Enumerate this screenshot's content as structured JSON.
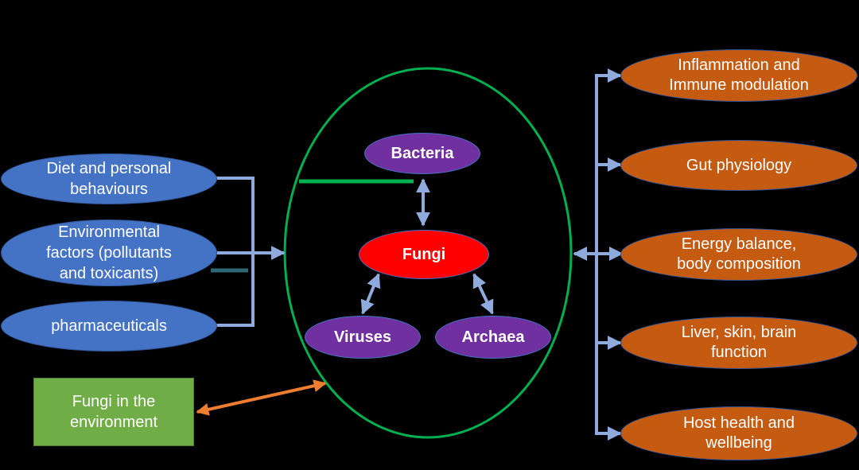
{
  "inputs": [
    {
      "label": "Diet and personal\nbehaviours"
    },
    {
      "label": "Environmental\nfactors (pollutants\nand toxicants)"
    },
    {
      "label": "pharmaceuticals"
    }
  ],
  "environment": {
    "label": "Fungi in the\nenvironment"
  },
  "microbiome": {
    "bacteria": "Bacteria",
    "fungi": "Fungi",
    "viruses": "Viruses",
    "archaea": "Archaea"
  },
  "outcomes": [
    {
      "label": "Inflammation and\nImmune modulation"
    },
    {
      "label": "Gut physiology"
    },
    {
      "label": "Energy balance,\nbody composition"
    },
    {
      "label": "Liver, skin, brain\nfunction"
    },
    {
      "label": "Host health and\nwellbeing"
    }
  ],
  "colors": {
    "background": "#000000",
    "input_ellipse": "#4472c4",
    "microbe_ellipse": "#7030a0",
    "fungi_ellipse": "#ff0000",
    "outcome_ellipse": "#c55a11",
    "environment_box": "#70ad47",
    "microbiome_boundary": "#00b050",
    "connector": "#8faadc",
    "environment_arrow": "#ed7d31"
  }
}
